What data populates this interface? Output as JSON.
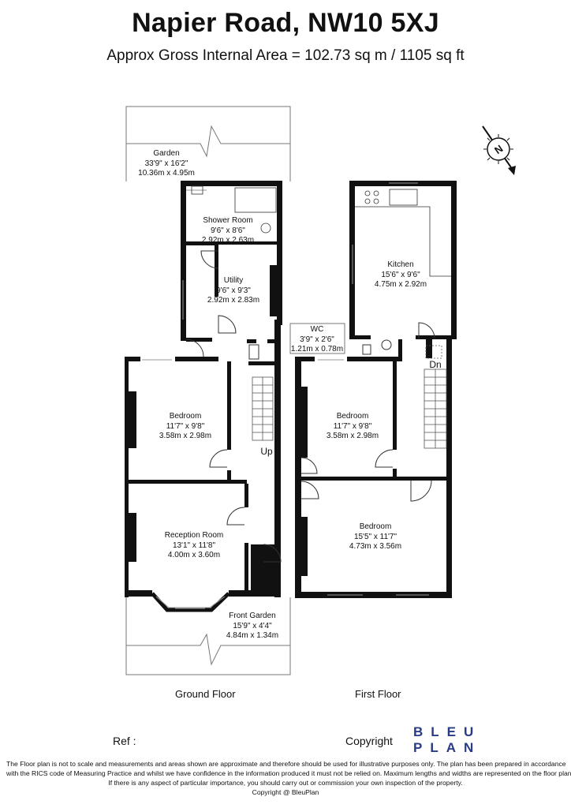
{
  "header": {
    "title": "Napier Road, NW10 5XJ",
    "area": "Approx Gross Internal Area = 102.73 sq m / 1105 sq ft"
  },
  "rooms": {
    "garden": {
      "name": "Garden",
      "imperial": "33'9\" x 16'2\"",
      "metric": "10.36m x 4.95m"
    },
    "shower": {
      "name": "Shower Room",
      "imperial": "9'6\" x 8'6\"",
      "metric": "2.92m x 2.63m"
    },
    "utility": {
      "name": "Utility",
      "imperial": "9'6\" x 9'3\"",
      "metric": "2.92m x 2.83m"
    },
    "bedroom_gf": {
      "name": "Bedroom",
      "imperial": "11'7\" x 9'8\"",
      "metric": "3.58m x 2.98m"
    },
    "reception": {
      "name": "Reception Room",
      "imperial": "13'1\" x 11'8\"",
      "metric": "4.00m x 3.60m"
    },
    "front_garden": {
      "name": "Front Garden",
      "imperial": "15'9\" x 4'4\"",
      "metric": "4.84m x 1.34m"
    },
    "kitchen": {
      "name": "Kitchen",
      "imperial": "15'6\" x 9'6\"",
      "metric": "4.75m x 2.92m"
    },
    "wc": {
      "name": "WC",
      "imperial": "3'9\" x 2'6\"",
      "metric": "1.21m x 0.78m"
    },
    "bedroom_ff1": {
      "name": "Bedroom",
      "imperial": "11'7\" x 9'8\"",
      "metric": "3.58m x 2.98m"
    },
    "bedroom_ff2": {
      "name": "Bedroom",
      "imperial": "15'5\" x 11'7\"",
      "metric": "4.73m x 3.56m"
    }
  },
  "stairs": {
    "up": "Up",
    "down": "Dn"
  },
  "compass": {
    "letter": "N"
  },
  "floors": {
    "ground": "Ground Floor",
    "first": "First Floor"
  },
  "footer": {
    "ref": "Ref  :",
    "copyright": "Copyright",
    "logo_line1": "BLEU",
    "logo_line2": "PLAN",
    "logo_color": "#2a3b86",
    "disclaimer": [
      "The Floor plan is not to scale and measurements and areas shown are approximate and therefore should be used for illustrative purposes only. The plan has been prepared in accordance",
      "with the RICS code of Measuring Practice and whilst we have confidence in the information produced it must not be relied on. Maximum lengths and widths are represented on the floor plan.",
      "If there is any aspect of particular importance, you should carry out or commission your own inspection of the property.",
      "Copyright @ BleuPlan"
    ]
  }
}
